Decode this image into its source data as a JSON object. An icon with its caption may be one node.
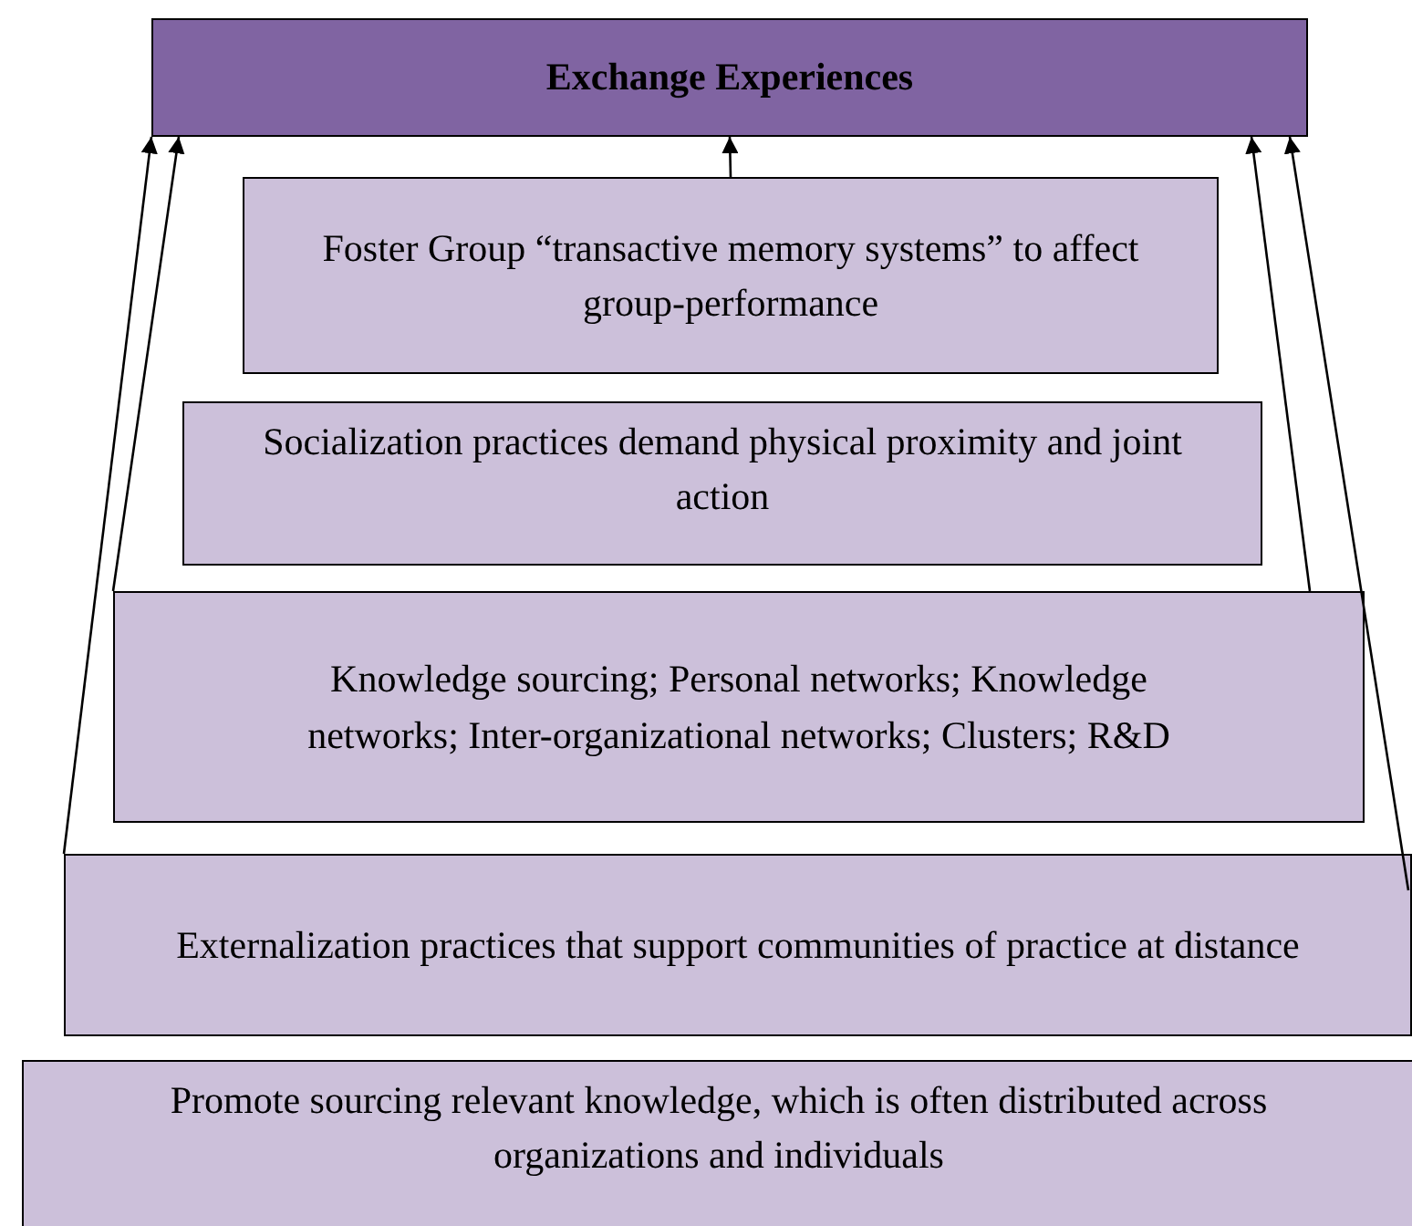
{
  "diagram": {
    "nodes": [
      {
        "text": [
          "Exchange Experiences"
        ]
      },
      {
        "text": [
          "Foster Group “transactive memory systems” to affect group-performance"
        ]
      },
      {
        "text": [
          "Socialization practices demand physical proximity and joint action"
        ]
      },
      {
        "text": [
          "Knowledge sourcing; Personal networks; Knowledge networks; Inter-organizational networks; Clusters; R&D"
        ]
      },
      {
        "text": [
          "Externalization practices that support communities of practice at distance"
        ]
      },
      {
        "text": [
          "Promote sourcing relevant knowledge, which is often distributed across organizations and individuals"
        ]
      }
    ],
    "edges": [
      {
        "from": 1,
        "to": 0,
        "arrow": "to"
      },
      {
        "from": 3,
        "to": 0,
        "arrow": "to"
      },
      {
        "from": 4,
        "to": 0,
        "arrow": "to"
      },
      {
        "from": 3,
        "to": 0,
        "arrow": "to"
      },
      {
        "from": 4,
        "to": 0,
        "arrow": "to"
      }
    ]
  }
}
